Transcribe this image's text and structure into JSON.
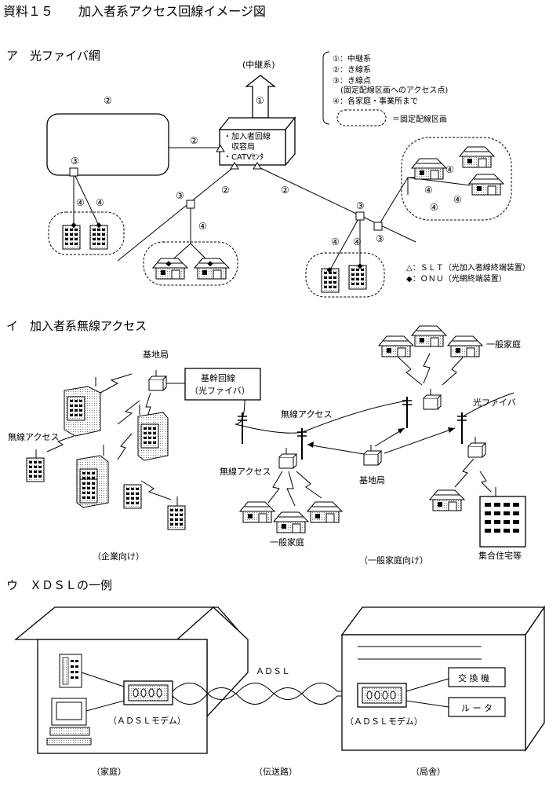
{
  "title": "資料１５　　加入者系アクセス回線イメージ図",
  "section_a": {
    "heading": "ア　光ファイバ網",
    "relay_label": "(中継系)",
    "relay_num": "①",
    "station_lines": [
      "・加入者回線",
      "　収容局",
      "・CATVｾﾝﾀ"
    ],
    "legend": [
      "①：中継系",
      "②：き線系",
      "③：き線点",
      "　(固定配線区画へのアクセス点)",
      "④：各家庭・事業所まで"
    ],
    "legend_area": "＝固定配線区画",
    "node_legend": [
      "△：ＳＬＴ（光加入者線終端装置）",
      "◆：ＯＮＵ（光網終端装置）"
    ],
    "n2": "②",
    "n3": "③",
    "n4": "④"
  },
  "section_i": {
    "heading": "イ　加入者系無線アクセス",
    "base_station": "基地局",
    "backbone": [
      "基幹回線",
      "（光ファイバ）"
    ],
    "wireless": "無線アクセス",
    "general_home": "一般家庭",
    "optical_fiber": "光ファイバ",
    "apartment": "集合住宅等",
    "enterprise": "（企業向け）",
    "home_use": "（一般家庭向け）"
  },
  "section_u": {
    "heading": "ウ　ＸＤＳＬの一例",
    "adsl": "ＡＤＳＬ",
    "modem": "（ＡＤＳＬモデム）",
    "exchange": "交 換 機",
    "router": "ル ー タ",
    "home": "（家庭）",
    "transmission": "（伝送路）",
    "office": "（局舎）"
  }
}
